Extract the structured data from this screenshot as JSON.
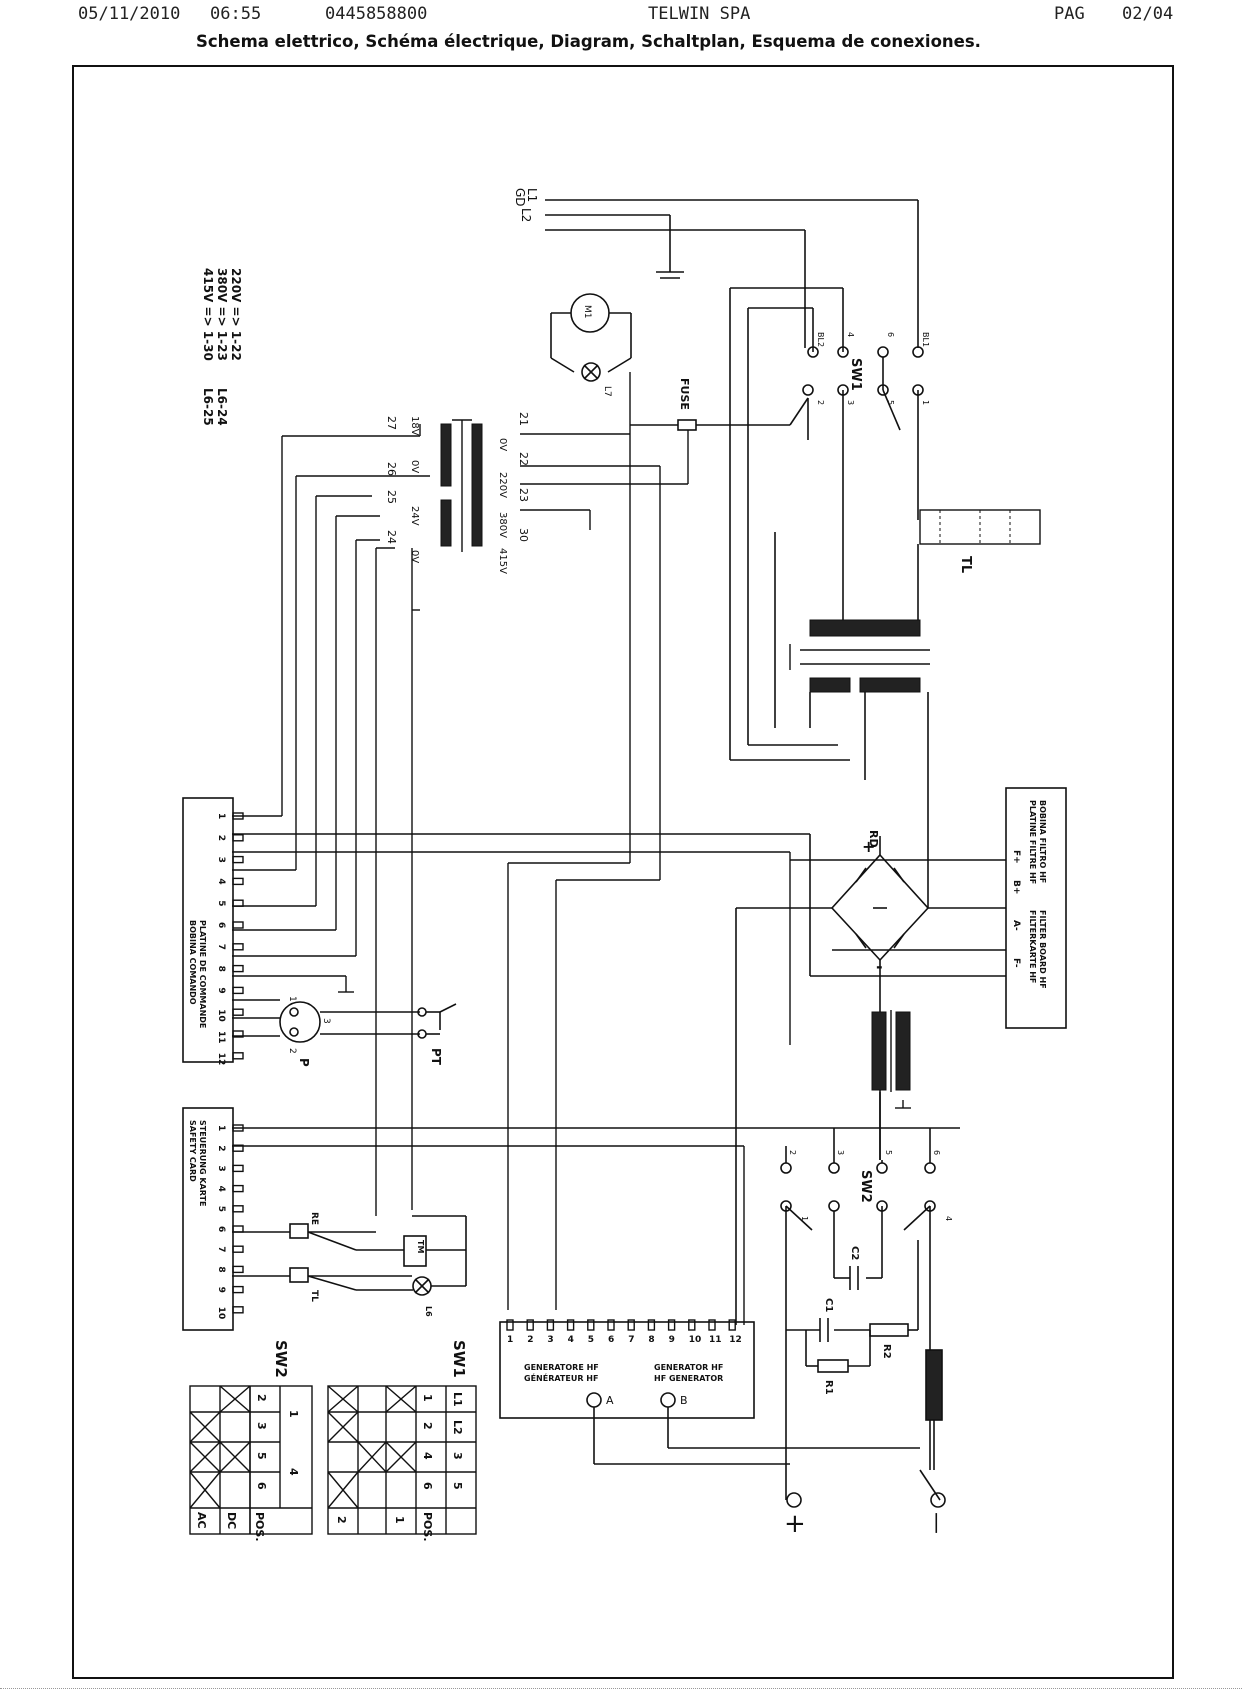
{
  "fax_header": {
    "date": "05/11/2010",
    "time": "06:55",
    "number": "0445858800",
    "sender": "TELWIN SPA",
    "page_label": "PAG",
    "page_value": "02/04"
  },
  "subtitle": "Schema elettrico, Schéma électrique, Diagram, Schaltplan, Esquema de conexiones.",
  "voltage_table": {
    "rows": [
      "220V => 1-22",
      "380V => 1-23",
      "415V => 1-30"
    ],
    "lamp_refs": [
      "L6-24",
      "L6-25"
    ]
  },
  "mains": {
    "labels": [
      "L1",
      "GD",
      "L2"
    ]
  },
  "fan": {
    "label": "M1",
    "lamp_label": "L7"
  },
  "fuse": {
    "label": "FUSE"
  },
  "transformer": {
    "primary_labels": [
      "0V",
      "220V",
      "380V",
      "415V"
    ],
    "primary_terminals": [
      "21",
      "22",
      "23",
      "30"
    ],
    "secondary_labels": [
      "18V",
      "0V",
      "24V",
      "0V"
    ],
    "secondary_terminals": [
      "27",
      "26",
      "25",
      "24"
    ]
  },
  "sw1": {
    "label": "SW1",
    "top_row": [
      "BL2",
      "4",
      "6",
      "BL1"
    ],
    "bottom_row": [
      "2",
      "3",
      "5",
      "1"
    ]
  },
  "main_transformer": {
    "label": "TL"
  },
  "control_board": {
    "title_it": "BOBINA COMANDO",
    "title_fr": "PLATINE DE COMMANDE",
    "pins": [
      "1",
      "2",
      "3",
      "4",
      "5",
      "6",
      "7",
      "8",
      "9",
      "10",
      "11",
      "12"
    ]
  },
  "rectifier": {
    "label": "RD",
    "plus": "+",
    "minus": "-"
  },
  "filter_board": {
    "title_a": "BOBINA FILTRO HF",
    "title_b": "PLATINE FILTRE HF",
    "title_c": "FILTER BOARD HF",
    "title_d": "FILTERKARTE HF",
    "terminals": [
      "F+",
      "B+",
      "A-",
      "F-"
    ]
  },
  "pot": {
    "label": "P",
    "pins": [
      "1",
      "2",
      "3"
    ]
  },
  "torch": {
    "label": "PT"
  },
  "safety_card": {
    "title_a": "SAFETY CARD",
    "title_b": "STEUERUNG KARTE",
    "pins": [
      "1",
      "2",
      "3",
      "4",
      "5",
      "6",
      "7",
      "8",
      "9",
      "10"
    ]
  },
  "relays": {
    "labels": [
      "RE",
      "TL",
      "TM",
      "L6"
    ]
  },
  "sw2": {
    "label": "SW2",
    "top_row": [
      "2",
      "3",
      "5",
      "6"
    ],
    "bottom_row": [
      "1",
      "4"
    ]
  },
  "capacitors": {
    "labels": [
      "C2",
      "C1"
    ]
  },
  "resistors": {
    "labels": [
      "R2",
      "R1"
    ]
  },
  "hf_generator": {
    "title_it": "GENERATORE HF",
    "title_fr": "GÉNÉRATEUR HF",
    "title_en": "GENERATOR HF",
    "title_de": "HF GENERATOR",
    "pins": [
      "1",
      "2",
      "3",
      "4",
      "5",
      "6",
      "7",
      "8",
      "9",
      "10",
      "11",
      "12"
    ],
    "out_a": "A",
    "out_b": "B"
  },
  "outputs": {
    "plus": "+",
    "minus": "—"
  },
  "table_sw2": {
    "title": "SW2",
    "header_label": "POS.",
    "col_labels": [
      "2",
      "3",
      "5",
      "6"
    ],
    "top_label": "1",
    "top_label2": "4",
    "row_labels": [
      "DC",
      "AC"
    ]
  },
  "table_sw1": {
    "title": "SW1",
    "header_label": "POS.",
    "col_labels": [
      "1",
      "2",
      "4",
      "6"
    ],
    "col_labels2": [
      "L1",
      "L2",
      "3",
      "5"
    ],
    "row_labels": [
      "1",
      "2"
    ]
  }
}
